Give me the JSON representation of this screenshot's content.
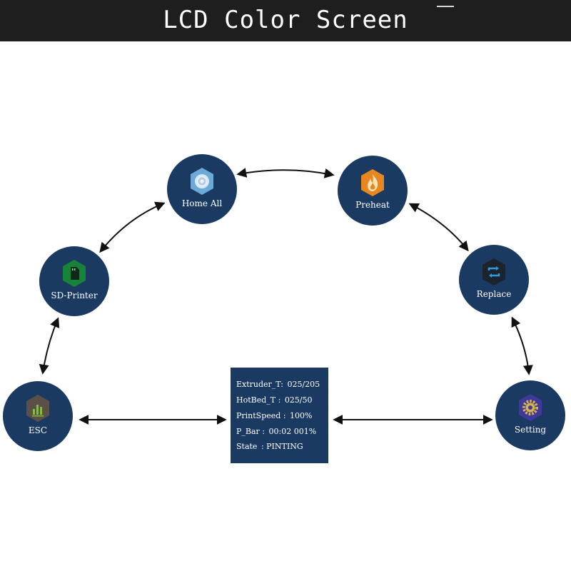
{
  "header": {
    "title": "LCD Color Screen"
  },
  "menu": {
    "home_all": {
      "label": "Home All",
      "icon": "home-gear-icon",
      "hex_color": "#6aa9d8"
    },
    "preheat": {
      "label": "Preheat",
      "icon": "flame-icon",
      "hex_color": "#e8871f"
    },
    "sd_printer": {
      "label": "SD-Printer",
      "icon": "sd-card-icon",
      "hex_color": "#16823a"
    },
    "replace": {
      "label": "Replace",
      "icon": "swap-arrows-icon",
      "hex_color": "#1b232d"
    },
    "esc": {
      "label": "ESC",
      "icon": "bar-chart-icon",
      "hex_color": "#5b5047"
    },
    "setting": {
      "label": "Setting",
      "icon": "cog-icon",
      "hex_color": "#3f3a9a"
    }
  },
  "status": {
    "extruder_label": "Extruder_T:",
    "extruder_value": "025/205",
    "hotbed_label": "HotBed_T :",
    "hotbed_value": "025/50",
    "speed_label": "PrintSpeed :",
    "speed_value": "100%",
    "bar_label": "P_Bar :",
    "bar_value": "00:02 001%",
    "state_label": "State",
    "state_value": ": PINTING"
  },
  "colors": {
    "node_bg": "#1b3a62",
    "header_bg": "#1e1e1e",
    "arrow": "#111111"
  }
}
